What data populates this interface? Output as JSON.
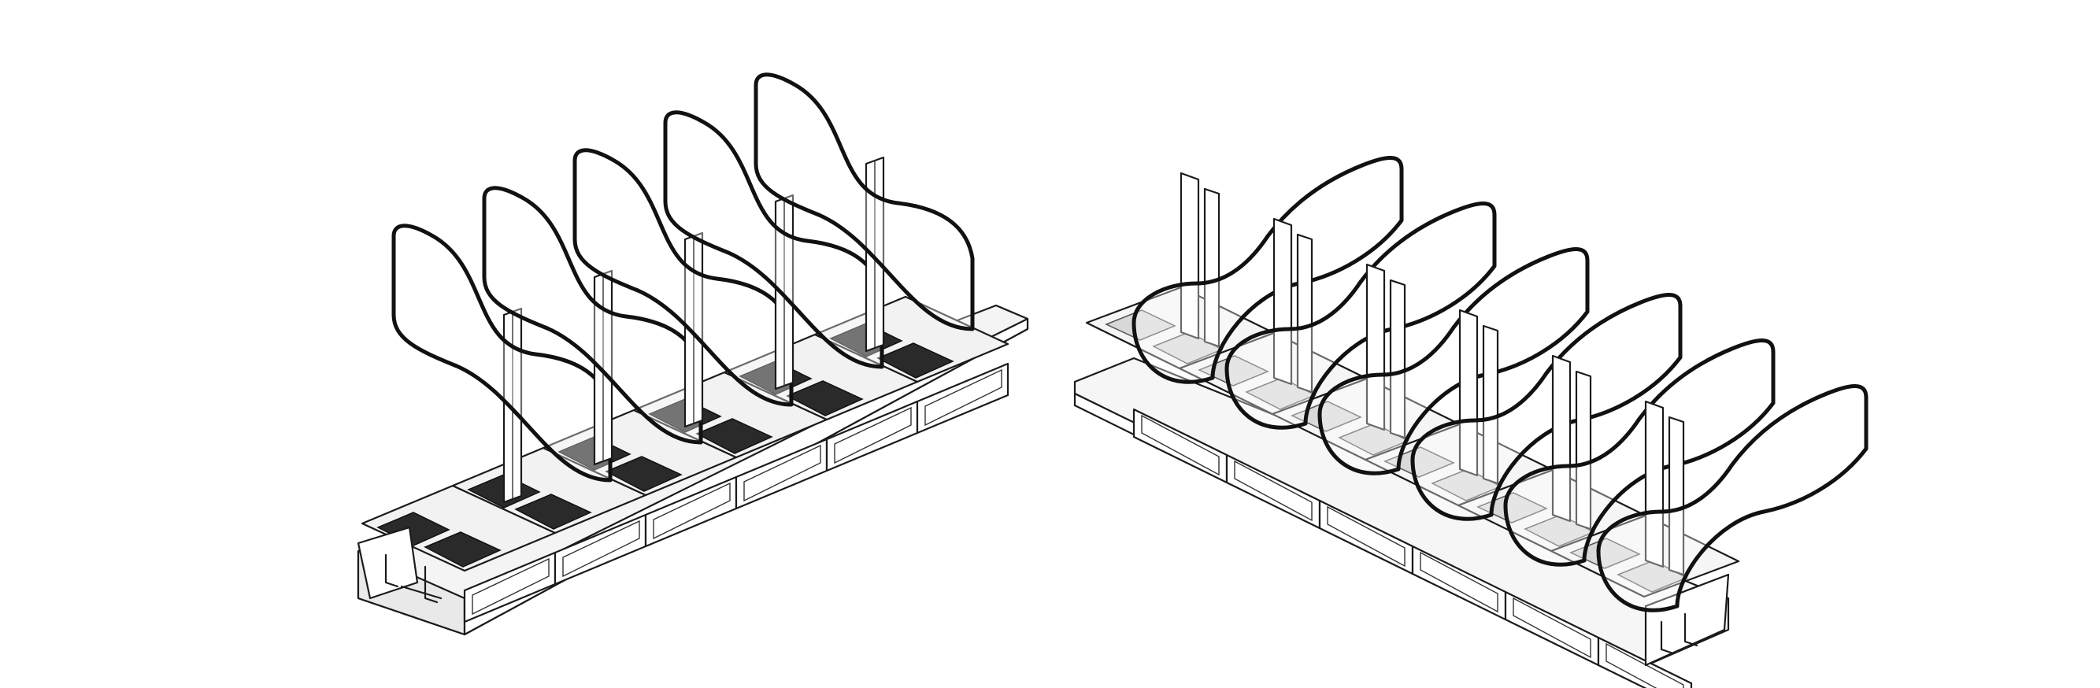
{
  "image": {
    "background": "#ffffff",
    "line_color": "#1b1b1b",
    "slot_dark": "#2a2a2a",
    "slot_light": "#d8d8d8"
  },
  "assemblies": [
    {
      "id": "left",
      "view": "front-isometric",
      "modules": 6,
      "screens": 5,
      "slot_style": "dark"
    },
    {
      "id": "right",
      "view": "rear-isometric",
      "modules": 6,
      "screens": 6,
      "slot_style": "light"
    }
  ]
}
